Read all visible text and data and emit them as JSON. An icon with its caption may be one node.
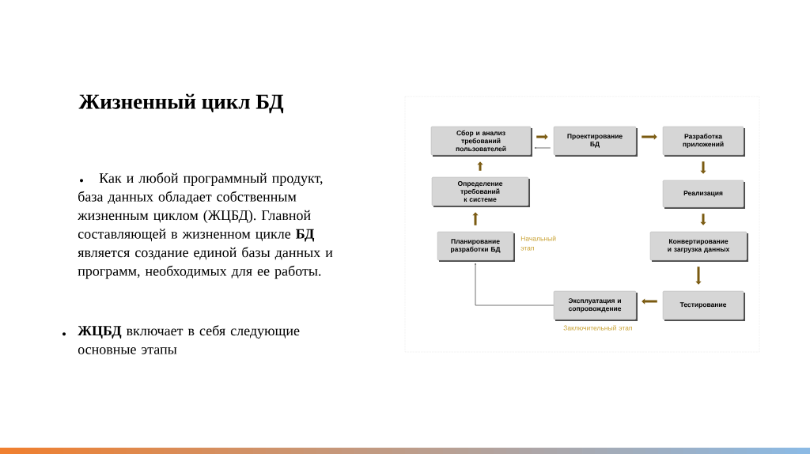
{
  "diagram": {
    "title": "Жизненный цикл БД",
    "nodes": [
      {
        "text": [
          "Сбор и анализ требований пользователей"
        ]
      },
      {
        "text": [
          "Проектирование БД"
        ]
      },
      {
        "text": [
          "Разработка приложений"
        ]
      },
      {
        "text": [
          "Определение требований к системе"
        ]
      },
      {
        "text": [
          "Реализация"
        ]
      },
      {
        "text": [
          "Планирование разработки БД"
        ],
        "beside": [
          "Начальный этап"
        ]
      },
      {
        "text": [
          "Конвертирование и загрузка данных"
        ]
      },
      {
        "text": [
          "Эксплуатация и сопровождение"
        ],
        "beside": [
          "Заключительный этап"
        ]
      },
      {
        "text": [
          "Тестирование"
        ]
      }
    ],
    "edges": [
      {
        "from": 0,
        "to": 1,
        "arrow": "to"
      },
      {
        "from": 1,
        "to": 0,
        "arrow": "to",
        "color": "#333333"
      },
      {
        "from": 1,
        "to": 2,
        "arrow": "to"
      },
      {
        "from": 2,
        "to": 4,
        "arrow": "to"
      },
      {
        "from": 4,
        "to": 6,
        "arrow": "to"
      },
      {
        "from": 6,
        "to": 8,
        "arrow": "to"
      },
      {
        "from": 8,
        "to": 7,
        "arrow": "to"
      },
      {
        "from": 7,
        "to": 5,
        "arrow": "to",
        "color": "#333333"
      },
      {
        "from": 5,
        "to": 3,
        "arrow": "to"
      },
      {
        "from": 3,
        "to": 0,
        "arrow": "to"
      }
    ],
    "labels": [
      "•",
      "Как и любой программный продукт, база данных обладает собственным жизненным циклом (ЖЦБД). Главной составляющей в жизненном цикле **БД** является создание единой базы данных и программ, необходимых для ее работы.",
      "•",
      "**ЖЦБД** включает в себя следующие основные этапы"
    ]
  }
}
